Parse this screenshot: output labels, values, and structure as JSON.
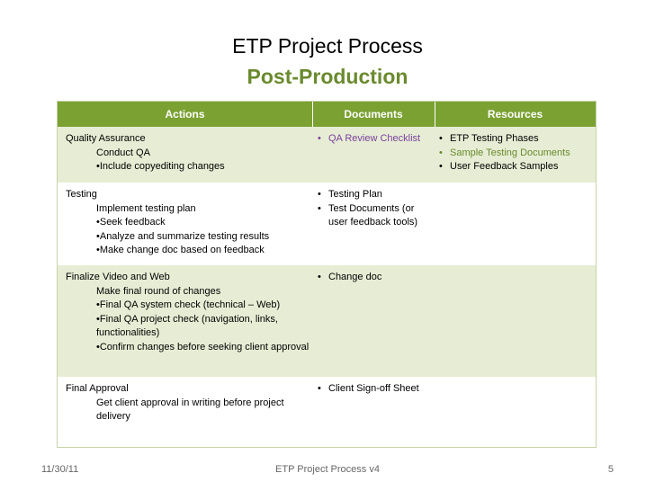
{
  "title": "ETP Project Process",
  "subtitle": "Post-Production",
  "headers": [
    "Actions",
    "Documents",
    "Resources"
  ],
  "rows": [
    {
      "action_title": "Quality Assurance",
      "action_sub": "Conduct QA",
      "action_items": [
        "•Include copyediting changes"
      ],
      "documents": [
        "QA Review Checklist"
      ],
      "resources": [
        "ETP Testing Phases",
        "Sample Testing Documents",
        "User Feedback Samples"
      ]
    },
    {
      "action_title": "Testing",
      "action_sub": "Implement testing plan",
      "action_items": [
        "•Seek feedback",
        "•Analyze and summarize testing results",
        "•Make change doc based on feedback"
      ],
      "documents": [
        "Testing Plan",
        "Test Documents (or user feedback tools)"
      ],
      "resources": []
    },
    {
      "action_title": "Finalize Video and Web",
      "action_sub": "Make final round of changes",
      "action_items": [
        "•Final QA system check (technical – Web)",
        "•Final QA project check (navigation, links, functionalities)",
        "•Confirm changes before seeking client approval"
      ],
      "documents": [
        "Change doc"
      ],
      "resources": []
    },
    {
      "action_title": "Final Approval",
      "action_sub": "Get client approval in writing before project delivery",
      "action_items": [],
      "documents": [
        "Client Sign-off Sheet"
      ],
      "resources": []
    }
  ],
  "footer": {
    "date": "11/30/11",
    "center": "ETP Project Process v4",
    "page": "5"
  },
  "colors": {
    "accent": "#7aa132",
    "title_green": "#6a8a2e",
    "row_shade": "#e6edd4",
    "link_purple": "#7b3fa0"
  }
}
